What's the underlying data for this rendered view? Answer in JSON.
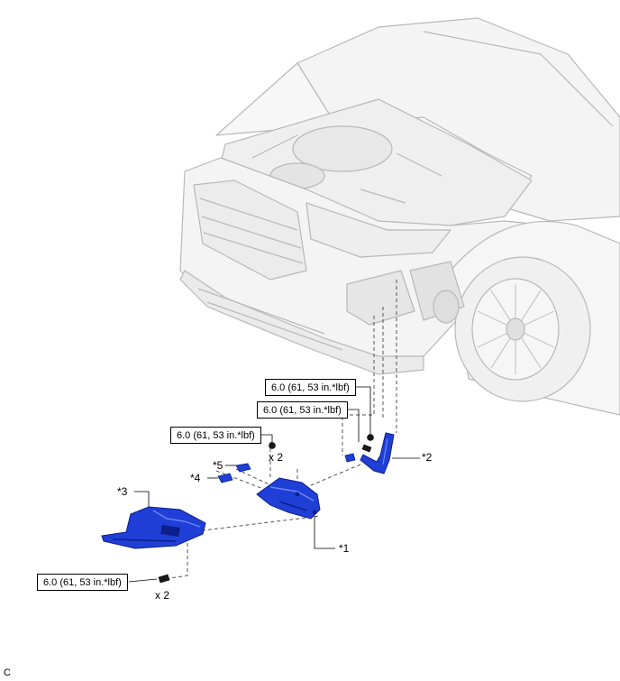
{
  "torque_labels": [
    "6.0 (61, 53 in.*lbf)",
    "6.0 (61, 53 in.*lbf)",
    "6.0 (61, 53 in.*lbf)",
    "6.0 (61, 53 in.*lbf)"
  ],
  "callouts": {
    "part1": "*1",
    "part2": "*2",
    "part3": "*3",
    "part4": "*4",
    "part5": "*5"
  },
  "quantities": {
    "upper_nuts": "x 2",
    "lower_bolts": "x 2"
  },
  "figure_code": "C",
  "colors": {
    "part_fill": "#1f3fd6",
    "part_shade": "#0c1f8a",
    "vehicle_line": "#b8b8b8",
    "vehicle_fill": "#f4f4f4"
  }
}
